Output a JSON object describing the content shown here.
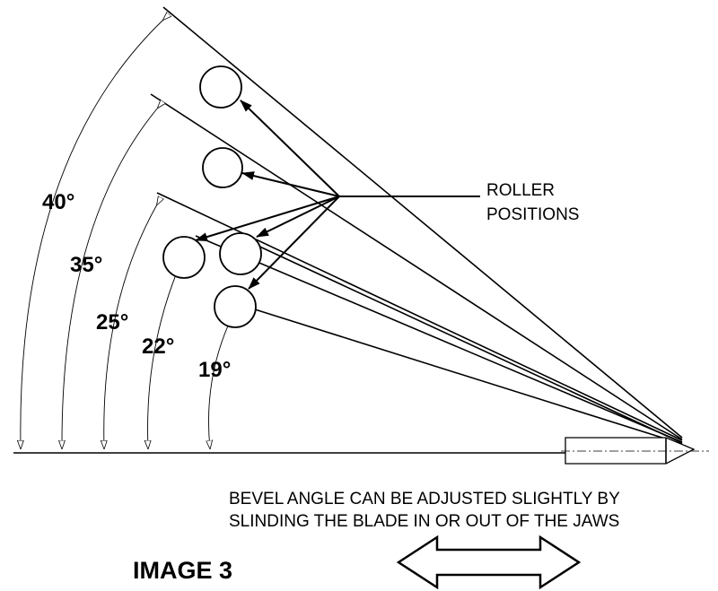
{
  "diagram": {
    "angles": [
      {
        "label": "40°",
        "degrees": 40
      },
      {
        "label": "35°",
        "degrees": 35
      },
      {
        "label": "25°",
        "degrees": 25
      },
      {
        "label": "22°",
        "degrees": 22
      },
      {
        "label": "19°",
        "degrees": 19
      }
    ],
    "callout": {
      "line1": "ROLLER",
      "line2": "POSITIONS"
    },
    "note": {
      "line1": "BEVEL ANGLE CAN BE ADJUSTED SLIGHTLY BY",
      "line2": "SLINDING THE BLADE IN OR OUT OF THE JAWS"
    },
    "title": "IMAGE 3"
  }
}
